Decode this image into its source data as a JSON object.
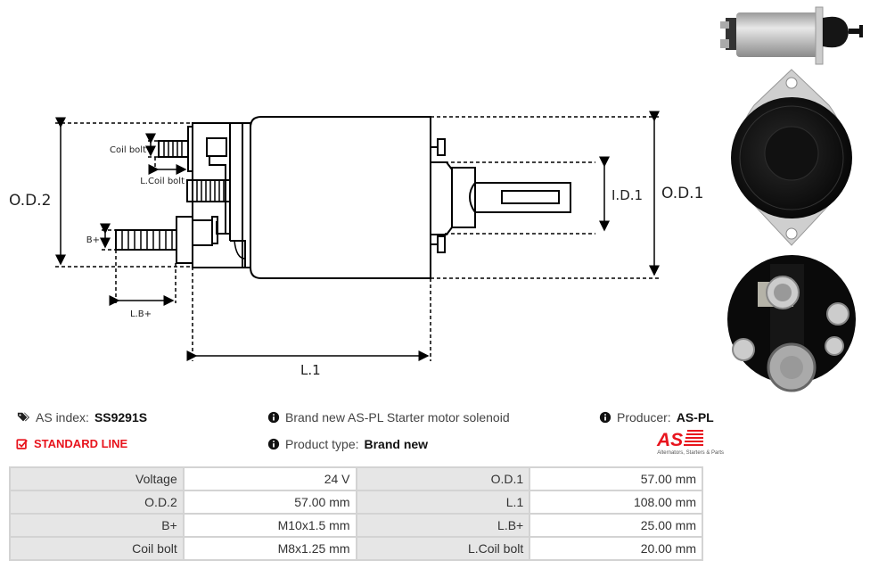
{
  "diagram": {
    "labels": {
      "od2": "O.D.2",
      "od1": "O.D.1",
      "id1": "I.D.1",
      "l1": "L.1",
      "coil_bolt": "Coil bolt",
      "l_coil_bolt": "L.Coil bolt",
      "b_plus": "B+",
      "l_b_plus": "L.B+"
    }
  },
  "info": {
    "as_index_label": "AS index:",
    "as_index_value": "SS9291S",
    "line_label": "STANDARD LINE",
    "description": "Brand new AS-PL Starter motor solenoid",
    "product_type_label": "Product type:",
    "product_type_value": "Brand new",
    "producer_label": "Producer:",
    "producer_value": "AS-PL",
    "logo_text": "AS",
    "logo_tagline": "Alternators, Starters & Parts"
  },
  "colors": {
    "accent": "#e8141d",
    "label_bg": "#e6e6e6",
    "border": "#d3d3d3"
  },
  "specs": [
    {
      "label1": "Voltage",
      "value1": "24 V",
      "label2": "O.D.1",
      "value2": "57.00 mm"
    },
    {
      "label1": "O.D.2",
      "value1": "57.00 mm",
      "label2": "L.1",
      "value2": "108.00 mm"
    },
    {
      "label1": "B+",
      "value1": "M10x1.5 mm",
      "label2": "L.B+",
      "value2": "25.00 mm"
    },
    {
      "label1": "Coil bolt",
      "value1": "M8x1.25 mm",
      "label2": "L.Coil bolt",
      "value2": "20.00 mm"
    }
  ]
}
